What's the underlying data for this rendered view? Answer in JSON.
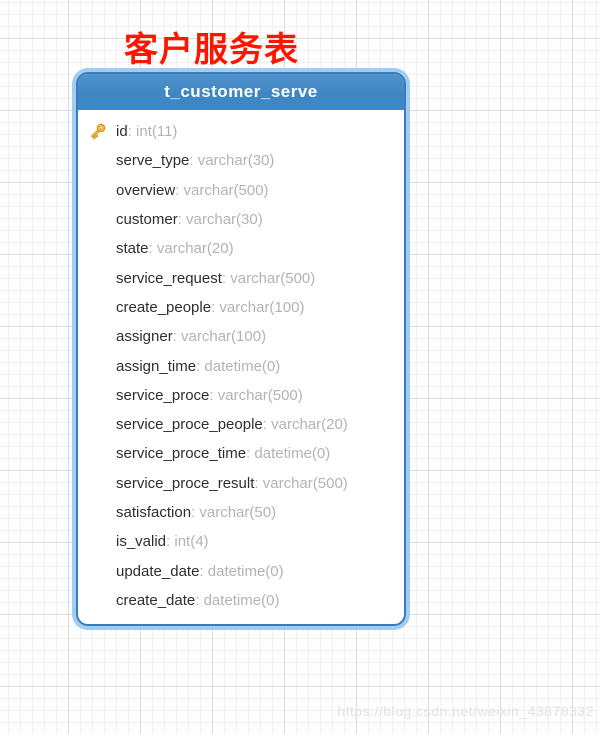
{
  "annotation": {
    "title": "客户服务表"
  },
  "watermark": {
    "text": "https://blog.csdn.net/weixin_43878332"
  },
  "table": {
    "name": "t_customer_serve",
    "fields": [
      {
        "name": "id",
        "type": "int(11)",
        "key": true
      },
      {
        "name": "serve_type",
        "type": "varchar(30)",
        "key": false
      },
      {
        "name": "overview",
        "type": "varchar(500)",
        "key": false
      },
      {
        "name": "customer",
        "type": "varchar(30)",
        "key": false
      },
      {
        "name": "state",
        "type": "varchar(20)",
        "key": false
      },
      {
        "name": "service_request",
        "type": "varchar(500)",
        "key": false
      },
      {
        "name": "create_people",
        "type": "varchar(100)",
        "key": false
      },
      {
        "name": "assigner",
        "type": "varchar(100)",
        "key": false
      },
      {
        "name": "assign_time",
        "type": "datetime(0)",
        "key": false
      },
      {
        "name": "service_proce",
        "type": "varchar(500)",
        "key": false
      },
      {
        "name": "service_proce_people",
        "type": "varchar(20)",
        "key": false
      },
      {
        "name": "service_proce_time",
        "type": "datetime(0)",
        "key": false
      },
      {
        "name": "service_proce_result",
        "type": "varchar(500)",
        "key": false
      },
      {
        "name": "satisfaction",
        "type": "varchar(50)",
        "key": false
      },
      {
        "name": "is_valid",
        "type": "int(4)",
        "key": false
      },
      {
        "name": "update_date",
        "type": "datetime(0)",
        "key": false
      },
      {
        "name": "create_date",
        "type": "datetime(0)",
        "key": false
      }
    ]
  },
  "colors": {
    "title_red": "#fe1500",
    "header_blue": "#3f86c4",
    "card_outer_border": "#a2ccf0",
    "card_inner_border": "#3a7cba",
    "field_name": "#2e2e2e",
    "field_type": "#b3b3b3",
    "grid_minor": "#f1f1f1",
    "grid_major": "#dddddd",
    "watermark_gray": "#e2e2e2",
    "key_gold": "#f2c13e",
    "key_outline": "#cf9322"
  }
}
